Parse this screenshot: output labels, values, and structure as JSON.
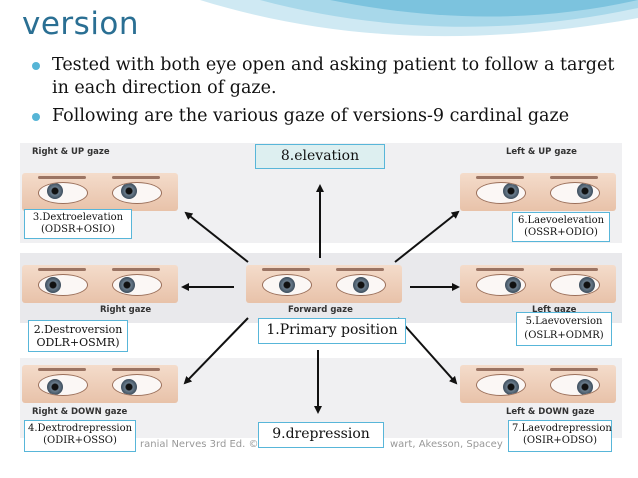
{
  "slide": {
    "title": "version",
    "bullets": [
      "Tested with both eye open and asking patient to follow a target in each direction of gaze.",
      "Following are the various gaze of versions-9 cardinal gaze"
    ]
  },
  "figure": {
    "gaze_labels": {
      "right_up": "Right & UP gaze",
      "left_up": "Left & UP gaze",
      "right": "Right gaze",
      "forward": "Forward gaze",
      "left": "Left gaze",
      "right_down": "Right & DOWN gaze",
      "left_down": "Left & DOWN gaze"
    },
    "credit_left": "ranial Nerves 3rd Ed. ©",
    "credit_right": "wart, Akesson, Spacey"
  },
  "boxes": {
    "elevation": "8.elevation",
    "primary": "1.Primary position",
    "depression": "9.drepression",
    "dextroelevation": [
      "3.Dextroelevation",
      "(ODSR+OSIO)"
    ],
    "laevoelevation": [
      "6.Laevoelevation",
      "(OSSR+ODIO)"
    ],
    "destroversion": [
      "2.Destroversion",
      "ODLR+OSMR)"
    ],
    "laevoversion": [
      "5.Laevoversion",
      "(OSLR+ODMR)"
    ],
    "dextrodepression": [
      "4.Dextrodrepression",
      "(ODIR+OSSO)"
    ],
    "laevodepression": [
      "7.Laevodrepression",
      "(OSIR+ODSO)"
    ]
  },
  "colors": {
    "title": "#2a6f93",
    "bullet": "#56b5d6",
    "box_border": "#58b6d9",
    "box_fill_green": "#ddeff0"
  }
}
